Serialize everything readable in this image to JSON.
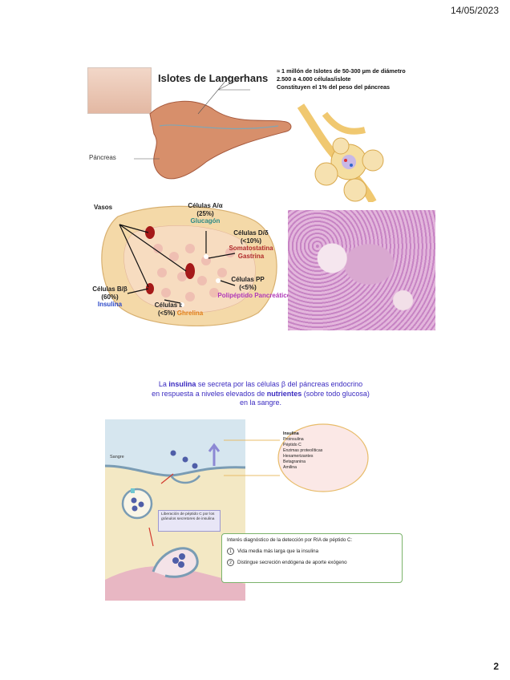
{
  "header": {
    "date": "14/05/2023"
  },
  "footer": {
    "page_number": "2"
  },
  "slide1": {
    "title": "Islotes de Langerhans",
    "info_lines": [
      "≈ 1 millón de Islotes de 50-300 µm de diámetro",
      "2.500 a 4.000 células/islote",
      "Constituyen el 1% del peso del páncreas"
    ],
    "pancreas_label": "Páncreas",
    "labels": {
      "vasos": "Vasos",
      "alpha_name": "Células A/α",
      "alpha_pct": "(25%)",
      "alpha_hormone": "Glucagón",
      "delta_name": "Células D/δ",
      "delta_pct": "(<10%)",
      "delta_hormone_1": "Somatostatina",
      "delta_hormone_2": "Gastrina",
      "pp_name": "Células PP",
      "pp_pct": "(<5%)",
      "pp_hormone": "Polipéptido Pancreático",
      "beta_name": "Células B/β",
      "beta_pct": "(60%)",
      "beta_hormone": "Insulina",
      "epsilon_name": "Células ε",
      "epsilon_pct": "(<5%)",
      "epsilon_hormone": "Ghrelina"
    },
    "colors": {
      "glucagon": "#2c8a86",
      "somatostatina": "#b02a2a",
      "pp": "#b038b8",
      "insulina": "#2b48c8",
      "ghrelina": "#e2801a"
    }
  },
  "slide2": {
    "header": {
      "p1": "La ",
      "p2": "insulina",
      "p3": " se secreta por las células β del páncreas endocrino",
      "p4": "en respuesta a niveles elevados de ",
      "p5": "nutrientes",
      "p6": " (sobre todo glucosa)",
      "p7": "en la sangre."
    },
    "sangre_label": "Sangre",
    "bubble_items": {
      "head": "Insulina",
      "items": [
        "Proinsulina",
        "Péptido C",
        "Enzimas proteolíticas",
        "Hexamerizantes",
        "Betagranina",
        "Amilina"
      ]
    },
    "note_box": "Liberación de péptido C por los gránulos secretores de insulina",
    "rim_box": {
      "title": "Interés diagnóstico de la detección por RIA de péptido C:",
      "item1_num": "1",
      "item1_text": "Vida media más larga que la insulina",
      "item2_num": "2",
      "item2_text": "Distingue secreción endógena de aporte exógeno"
    }
  }
}
